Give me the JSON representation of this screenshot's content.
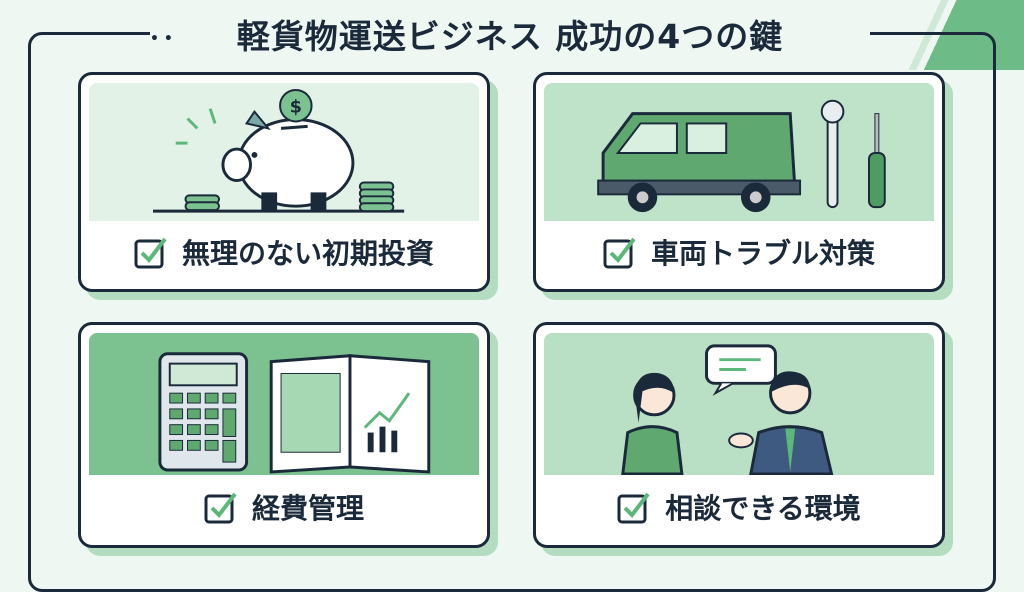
{
  "title": "軽貨物運送ビジネス 成功の4つの鍵",
  "title_dots": "• •",
  "cards": [
    {
      "label": "無理のない初期投資",
      "illustration": "piggy-bank-with-coins",
      "coin_symbol": "$"
    },
    {
      "label": "車両トラブル対策",
      "illustration": "van-and-tools"
    },
    {
      "label": "経費管理",
      "illustration": "calculator-and-ledger"
    },
    {
      "label": "相談できる環境",
      "illustration": "two-people-consulting"
    }
  ],
  "colors": {
    "accent": "#5cb77a",
    "dark": "#1b2a3a",
    "background": "#eef7f1"
  }
}
